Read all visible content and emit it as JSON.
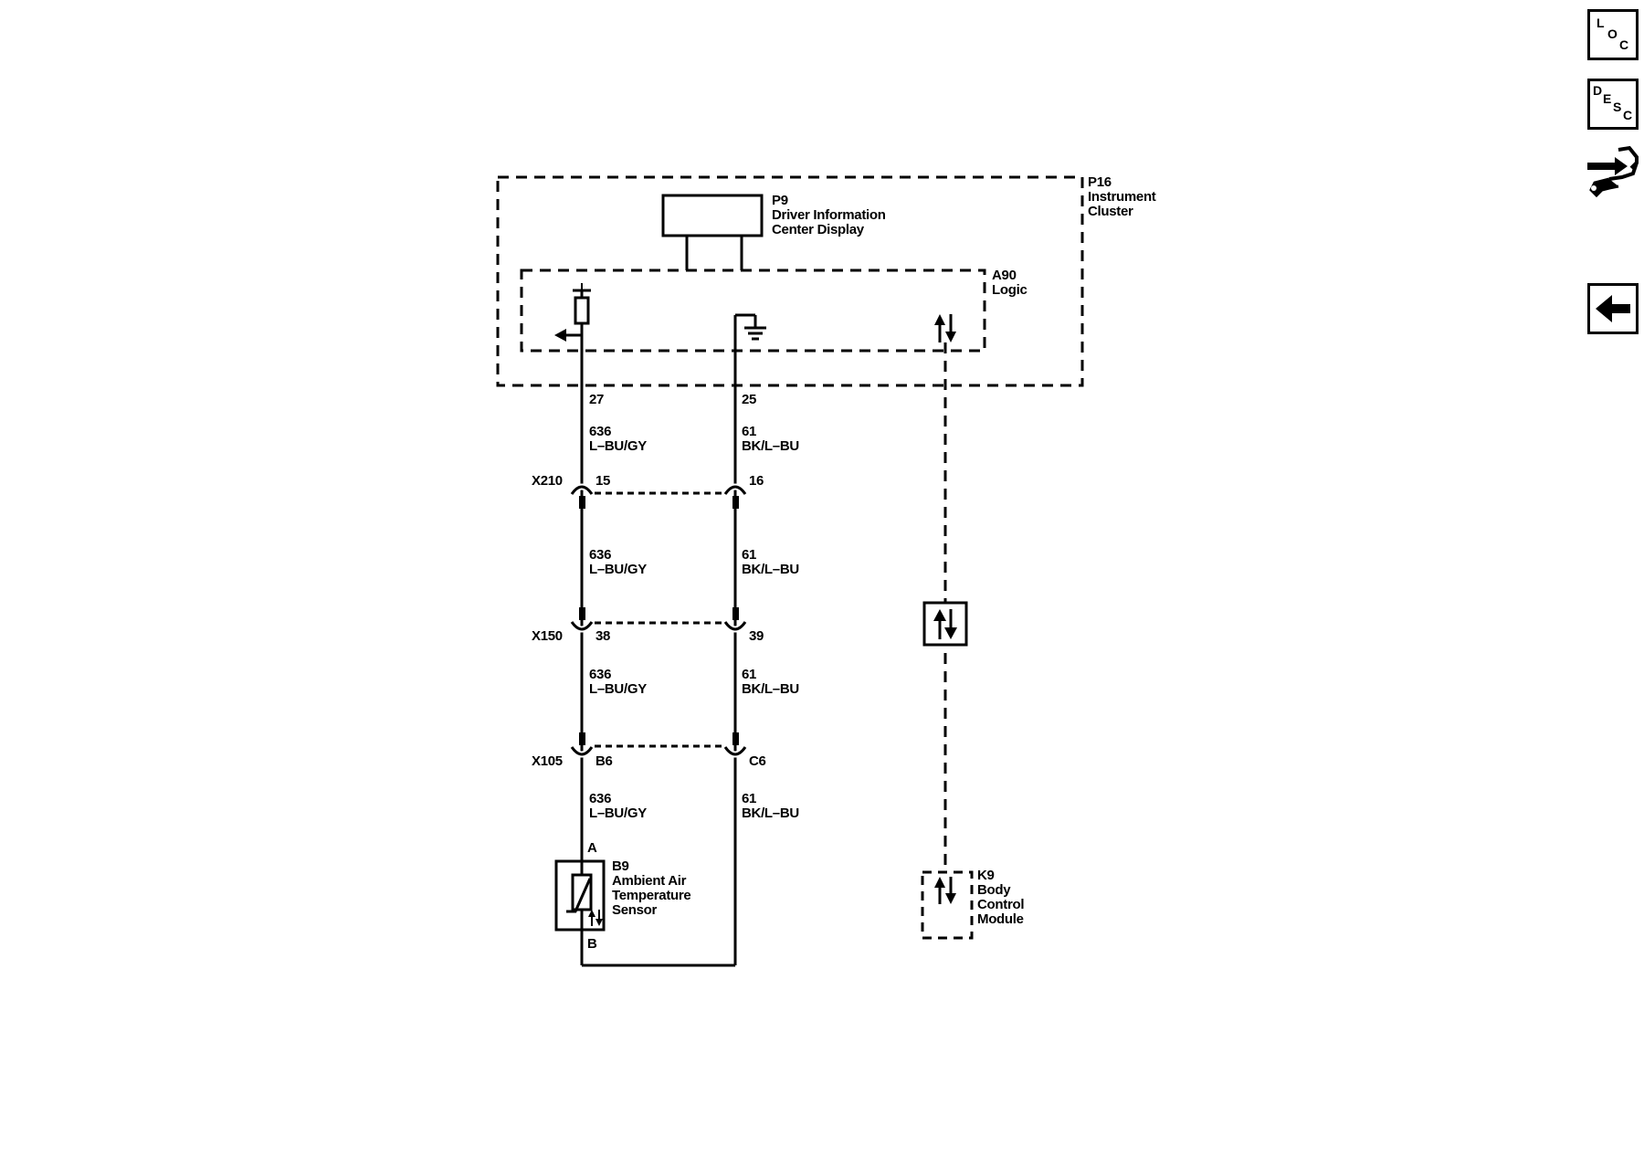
{
  "modules": {
    "instrument_cluster": {
      "code": "P16",
      "line1": "Instrument",
      "line2": "Cluster"
    },
    "dic_display": {
      "code": "P9",
      "line1": "Driver Information",
      "line2": "Center Display"
    },
    "logic": {
      "code": "A90",
      "line1": "Logic"
    },
    "sensor": {
      "code": "B9",
      "line1": "Ambient Air",
      "line2": "Temperature",
      "line3": "Sensor",
      "pin_a": "A",
      "pin_b": "B"
    },
    "bcm": {
      "code": "K9",
      "line1": "Body",
      "line2": "Control",
      "line3": "Module"
    }
  },
  "pins": {
    "left": "27",
    "right": "25"
  },
  "circuits": {
    "left": {
      "number": "636",
      "color": "L–BU/GY"
    },
    "right": {
      "number": "61",
      "color": "BK/L–BU"
    }
  },
  "connectors": [
    {
      "name": "X210",
      "left_pin": "15",
      "right_pin": "16"
    },
    {
      "name": "X150",
      "left_pin": "38",
      "right_pin": "39"
    },
    {
      "name": "X105",
      "left_pin": "B6",
      "right_pin": "C6"
    }
  ],
  "toolbar": {
    "loc": [
      "L",
      "O",
      "C"
    ],
    "desc": [
      "D",
      "E",
      "S",
      "C"
    ]
  }
}
